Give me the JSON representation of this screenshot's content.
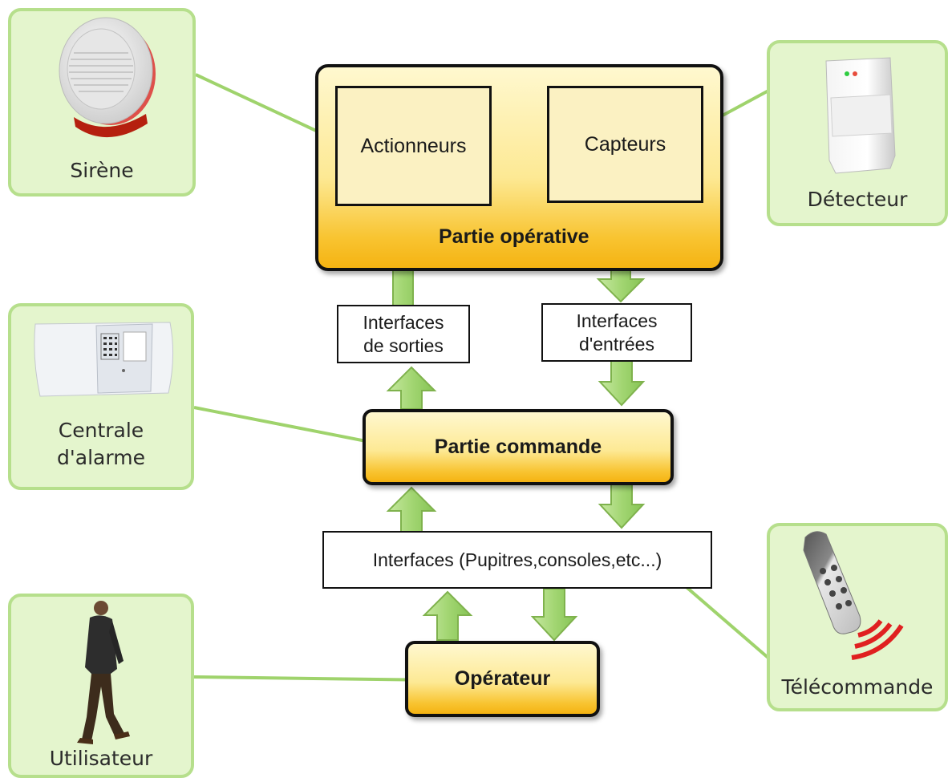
{
  "devices": {
    "sirene": "Sirène",
    "detecteur": "Détecteur",
    "centrale": [
      "Centrale",
      "d'alarme"
    ],
    "telecommande": "Télécommande",
    "utilisateur": "Utilisateur"
  },
  "blocks": {
    "partie_operative": "Partie opérative",
    "actionneurs": "Actionneurs",
    "capteurs": "Capteurs",
    "partie_commande": "Partie commande",
    "operateur": "Opérateur"
  },
  "interfaces": {
    "sorties": [
      "Interfaces",
      "de sorties"
    ],
    "entrees": [
      "Interfaces",
      "d'entrées"
    ],
    "pupitres": "Interfaces (Pupitres,consoles,etc...)"
  },
  "colors": {
    "arrow_fill": "#9fd26e",
    "card_fill": "#e4f5cd",
    "card_border": "#b6df8c",
    "block_gold": "#f5b312"
  }
}
